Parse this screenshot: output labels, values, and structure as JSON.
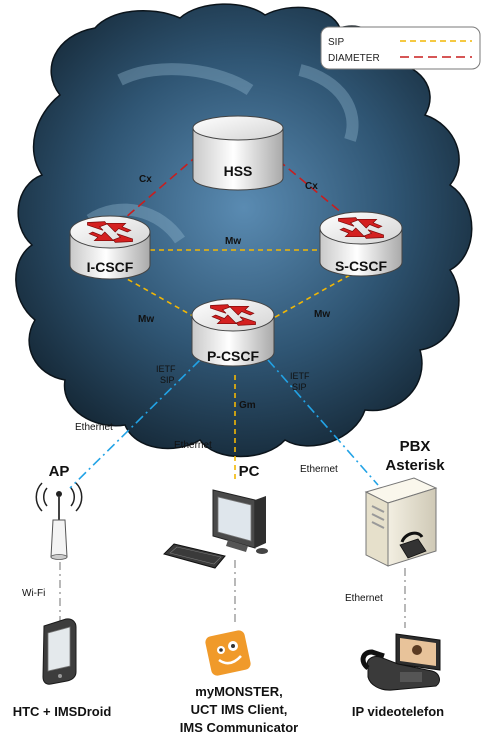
{
  "legend": {
    "sip": "SIP",
    "diameter": "DIAMETER",
    "colors": {
      "sip": "#f2b705",
      "diameter": "#c81e1e"
    }
  },
  "nodes": {
    "hss": "HSS",
    "icscf": "I-CSCF",
    "scscf": "S-CSCF",
    "pcscf": "P-CSCF",
    "ap": "AP",
    "pc": "PC",
    "pbx_line1": "PBX",
    "pbx_line2": "Asterisk"
  },
  "interfaces": {
    "cx_left": "Cx",
    "cx_right": "Cx",
    "mw_top": "Mw",
    "mw_left": "Mw",
    "mw_right": "Mw",
    "gm": "Gm",
    "ietf_left_1": "IETF",
    "ietf_left_2": "SIP",
    "ietf_right_1": "IETF",
    "ietf_right_2": "SIP"
  },
  "links": {
    "eth_ap": "Ethernet",
    "eth_pc": "Ethernet",
    "eth_pbx": "Ethernet",
    "wifi": "Wi-Fi",
    "eth_phone": "Ethernet"
  },
  "devices": {
    "htc": "HTC + IMSDroid",
    "clients_1": "myMONSTER,",
    "clients_2": "UCT IMS Client,",
    "clients_3": "IMS Communicator",
    "videophone": "IP videotelefon"
  },
  "icons": [
    "cloud",
    "database-icon",
    "router-icon",
    "wifi-antenna-icon",
    "desktop-pc-icon",
    "server-icon",
    "smartphone-icon",
    "monster-app-icon",
    "video-phone-icon"
  ]
}
